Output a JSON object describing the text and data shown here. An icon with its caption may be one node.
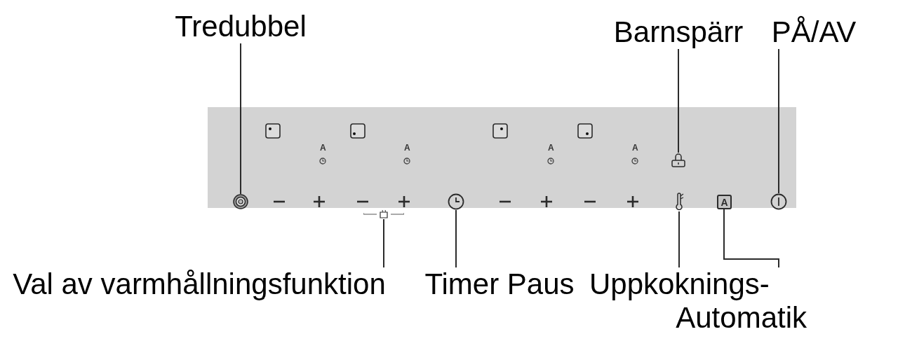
{
  "diagram": {
    "nodes": [
      {
        "text": [
          "Tredubbel"
        ]
      },
      {
        "text": [
          "Barnspärr"
        ]
      },
      {
        "text": [
          "PÅ/AV"
        ]
      },
      {
        "text": [
          "Val av varmhållningsfunktion"
        ]
      },
      {
        "text": [
          "Timer Paus"
        ]
      },
      {
        "text": [
          "Uppkoknings- Automatik"
        ]
      },
      {
        "text": [],
        "shape": "box"
      },
      {
        "text": [],
        "shape": "circle",
        "in": 6
      },
      {
        "text": [],
        "shape": "lock",
        "in": 6
      },
      {
        "text": [],
        "shape": "circle",
        "in": 6
      },
      {
        "text": [],
        "shape": "pot"
      },
      {
        "text": [],
        "shape": "clock",
        "in": 6
      },
      {
        "text": [],
        "shape": "thermometer",
        "in": 6
      },
      {
        "text": [
          "A"
        ],
        "in": 6
      }
    ],
    "edges": [
      {
        "from": 0,
        "to": 7,
        "arrow": "none"
      },
      {
        "from": 1,
        "to": 8,
        "arrow": "none"
      },
      {
        "from": 2,
        "to": 9,
        "arrow": "none"
      },
      {
        "from": 3,
        "to": 10,
        "arrow": "none"
      },
      {
        "from": 4,
        "to": 11,
        "arrow": "none"
      },
      {
        "from": 5,
        "to": 12,
        "arrow": "none"
      },
      {
        "from": 5,
        "to": 13,
        "arrow": "none"
      }
    ],
    "labels": [
      "A",
      "A",
      "A",
      "A"
    ]
  }
}
